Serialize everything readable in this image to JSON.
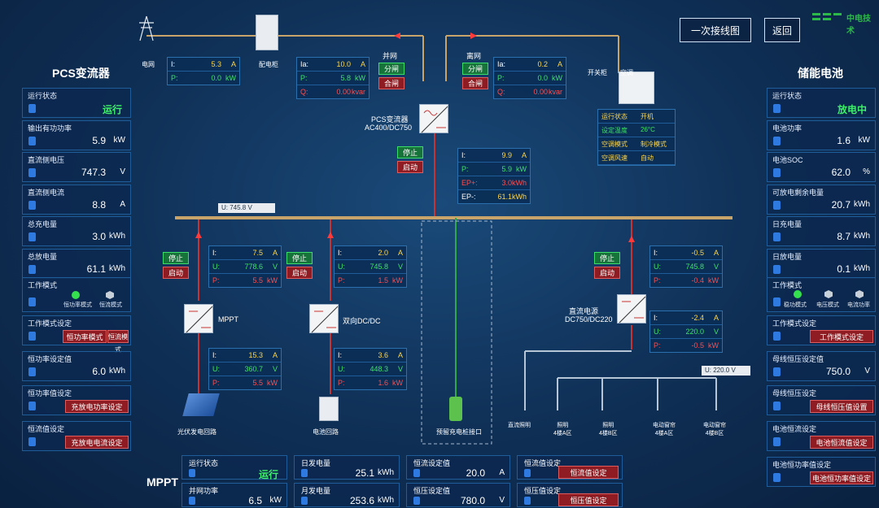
{
  "header": {
    "single_line_btn": "一次接线图",
    "back_btn": "返回",
    "logo": "中电技术"
  },
  "left": {
    "title": "PCS变流器",
    "cards": [
      {
        "label": "运行状态",
        "value": "运行",
        "unit": ""
      },
      {
        "label": "输出有功功率",
        "value": "5.9",
        "unit": "kW"
      },
      {
        "label": "直流侧电压",
        "value": "747.3",
        "unit": "V"
      },
      {
        "label": "直流侧电流",
        "value": "8.8",
        "unit": "A"
      },
      {
        "label": "总充电量",
        "value": "3.0",
        "unit": "kWh"
      },
      {
        "label": "总放电量",
        "value": "61.1",
        "unit": "kWh"
      }
    ],
    "mode": {
      "label": "工作模式",
      "opt1": "恒功率模式",
      "opt2": "恒流模式"
    },
    "mode_set": {
      "label": "工作模式设定",
      "b1": "恒功率模式",
      "b2": "恒流模式"
    },
    "power_set": {
      "label": "恒功率设定值",
      "value": "6.0",
      "unit": "kWh"
    },
    "power_cfg": {
      "label": "恒功率值设定",
      "btn": "充放电功率设定"
    },
    "current_cfg": {
      "label": "恒流值设定",
      "btn": "充放电电流设定"
    }
  },
  "right": {
    "title": "储能电池",
    "cards": [
      {
        "label": "运行状态",
        "value": "放电中",
        "unit": ""
      },
      {
        "label": "电池功率",
        "value": "1.6",
        "unit": "kW"
      },
      {
        "label": "电池SOC",
        "value": "62.0",
        "unit": "%"
      },
      {
        "label": "可放电剩余电量",
        "value": "20.7",
        "unit": "kWh"
      },
      {
        "label": "日充电量",
        "value": "8.7",
        "unit": "kWh"
      },
      {
        "label": "日放电量",
        "value": "0.1",
        "unit": "kWh"
      }
    ],
    "mode": {
      "label": "工作模式",
      "o1": "稳功模式",
      "o2": "电压模式",
      "o3": "电流功率"
    },
    "mode_set": {
      "label": "工作模式设定",
      "btn": "工作模式设定"
    },
    "bus_v": {
      "label": "母线恒压设定值",
      "value": "750.0",
      "unit": "V"
    },
    "bus_cfg": {
      "label": "母线恒压设定",
      "btn": "母线恒压值设置"
    },
    "cur_cfg": {
      "label": "电池恒流设定",
      "btn": "电池恒流值设定"
    },
    "pow_cfg": {
      "label": "电池恒功率值设定",
      "btn": "电池恒功率值设定"
    }
  },
  "bottom": {
    "title": "MPPT",
    "c1": {
      "label": "运行状态",
      "value": "运行",
      "unit": ""
    },
    "c2": {
      "label": "并网功率",
      "value": "6.5",
      "unit": "kW"
    },
    "c3": {
      "label": "日发电量",
      "value": "25.1",
      "unit": "kWh"
    },
    "c4": {
      "label": "月发电量",
      "value": "253.6",
      "unit": "kWh"
    },
    "c5": {
      "label": "恒流设定值",
      "value": "20.0",
      "unit": "A"
    },
    "c6": {
      "label": "恒压设定值",
      "value": "780.0",
      "unit": "V"
    },
    "c7": {
      "label": "恒流值设定",
      "btn": "恒流值设定"
    },
    "c8": {
      "label": "恒压值设定",
      "btn": "恒压值设定"
    }
  },
  "diagram": {
    "grid": "电网",
    "cabinet": "配电柜",
    "grid_connect": "并网",
    "off_grid": "离网",
    "open": "分闸",
    "close": "合闸",
    "pcs": "PCS变流器",
    "pcs2": "AC400/DC750",
    "stop": "停止",
    "start": "启动",
    "bus_v": "U: 745.8 V",
    "bus2_v": "U: 220.0 V",
    "mppt": "MPPT",
    "bidc": "双向DC/DC",
    "dcsrc": "直流电源",
    "dcsrc2": "DC750/DC220",
    "pv": "光伏发电回路",
    "bat": "电池回路",
    "charger": "预留充电桩接口",
    "ac": "空调",
    "ac_load": "开关柜",
    "loads": [
      "直流照明",
      "照明\n4楼A区",
      "照明\n4楼B区",
      "电动窗帘\n4楼A区",
      "电动窗帘\n4楼B区"
    ],
    "r_left": [
      {
        "k": "I:",
        "v": "5.3",
        "u": "A"
      },
      {
        "k": "P:",
        "v": "0.0",
        "u": "kW"
      }
    ],
    "r_grid": [
      {
        "k": "Ia:",
        "v": "10.0",
        "u": "A"
      },
      {
        "k": "P:",
        "v": "5.8",
        "u": "kW"
      },
      {
        "k": "Q:",
        "v": "0.00",
        "u": "kvar"
      }
    ],
    "r_off": [
      {
        "k": "Ia:",
        "v": "0.2",
        "u": "A"
      },
      {
        "k": "P:",
        "v": "0.0",
        "u": "kW"
      },
      {
        "k": "Q:",
        "v": "0.00",
        "u": "kvar"
      }
    ],
    "r_pcs": [
      {
        "k": "I:",
        "v": "9.9",
        "u": "A"
      },
      {
        "k": "P:",
        "v": "5.9",
        "u": "kW"
      },
      {
        "k": "EP+:",
        "v": "3.0",
        "u": "kWh"
      },
      {
        "k": "EP-:",
        "v": "61.1",
        "u": "kWh"
      }
    ],
    "r_mppt_top": [
      {
        "k": "I:",
        "v": "7.5",
        "u": "A"
      },
      {
        "k": "U:",
        "v": "778.6",
        "u": "V"
      },
      {
        "k": "P:",
        "v": "5.5",
        "u": "kW"
      }
    ],
    "r_bi_top": [
      {
        "k": "I:",
        "v": "2.0",
        "u": "A"
      },
      {
        "k": "U:",
        "v": "745.8",
        "u": "V"
      },
      {
        "k": "P:",
        "v": "1.5",
        "u": "kW"
      }
    ],
    "r_dc_top": [
      {
        "k": "I:",
        "v": "-0.5",
        "u": "A"
      },
      {
        "k": "U:",
        "v": "745.8",
        "u": "V"
      },
      {
        "k": "P:",
        "v": "-0.4",
        "u": "kW"
      }
    ],
    "r_dc_bot": [
      {
        "k": "I:",
        "v": "-2.4",
        "u": "A"
      },
      {
        "k": "U:",
        "v": "220.0",
        "u": "V"
      },
      {
        "k": "P:",
        "v": "-0.5",
        "u": "kW"
      }
    ],
    "r_mppt_bot": [
      {
        "k": "I:",
        "v": "15.3",
        "u": "A"
      },
      {
        "k": "U:",
        "v": "360.7",
        "u": "V"
      },
      {
        "k": "P:",
        "v": "5.5",
        "u": "kW"
      }
    ],
    "r_bi_bot": [
      {
        "k": "I:",
        "v": "3.6",
        "u": "A"
      },
      {
        "k": "U:",
        "v": "448.3",
        "u": "V"
      },
      {
        "k": "P:",
        "v": "1.6",
        "u": "kW"
      }
    ],
    "ac_rows": [
      {
        "k": "运行状态",
        "v": "开机"
      },
      {
        "k": "设定温度",
        "v": "26°C"
      },
      {
        "k": "空调模式",
        "v": "制冷模式"
      },
      {
        "k": "空调风速",
        "v": "自动"
      }
    ]
  }
}
